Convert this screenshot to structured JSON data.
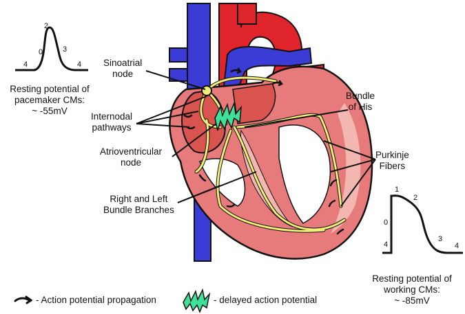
{
  "labels": {
    "sa_node": [
      "Sinoatrial",
      "node"
    ],
    "internodal": [
      "Internodal",
      "pathways"
    ],
    "av_node": [
      "Atrioventricular",
      "node"
    ],
    "bundle_branches": [
      "Right and Left",
      "Bundle Branches"
    ],
    "bundle_his": [
      "Bundle",
      "of His"
    ],
    "purkinje": [
      "Purkinje",
      "Fibers"
    ]
  },
  "pacemaker": {
    "caption": [
      "Resting potential of",
      "pacemaker CMs:",
      "~ -55mV"
    ],
    "phases": {
      "p0": "0",
      "p2": "2",
      "p3": "3",
      "p4a": "4",
      "p4b": "4"
    }
  },
  "working": {
    "caption": [
      "Resting potential of",
      "working CMs:",
      "~ -85mV"
    ],
    "phases": {
      "p0": "0",
      "p1": "1",
      "p2": "2",
      "p3": "3",
      "p4a": "4",
      "p4b": "4"
    }
  },
  "legend": {
    "propagation": "- Action potential propagation",
    "delayed": "- delayed action potential"
  },
  "colors": {
    "red": "#e0242b",
    "blue": "#3b3bd6",
    "muscle": "#e77a7a",
    "muscle_light": "#f3b7b2",
    "conduction": "#f2ee7a",
    "av_node": "#3fe09a"
  }
}
